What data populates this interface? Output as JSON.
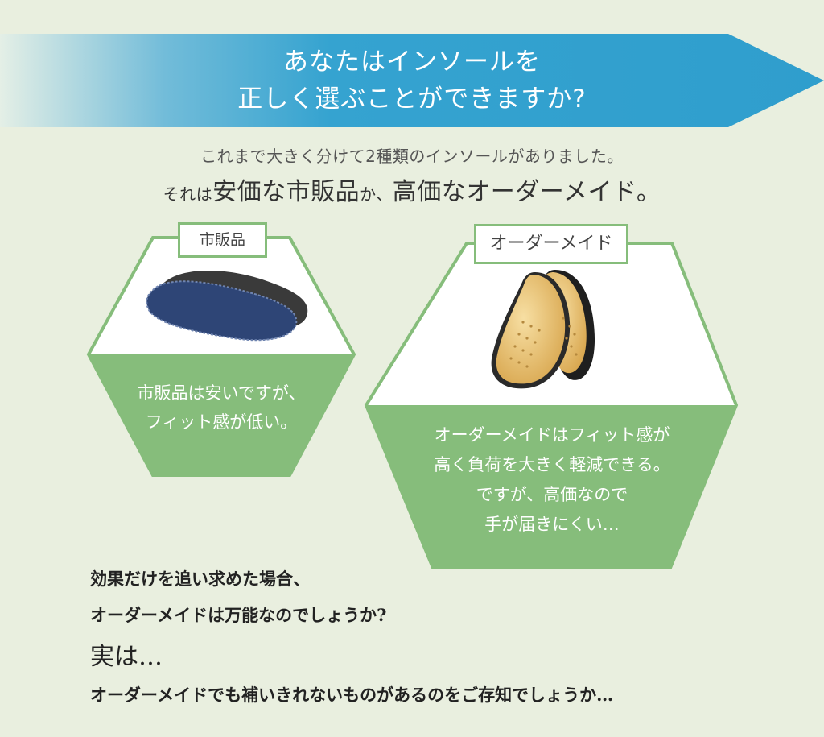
{
  "banner": {
    "line1": "あなたはインソールを",
    "line2": "正しく選ぶことができますか?"
  },
  "intro": {
    "line1": "これまで大きく分けて2種類のインソールがありました。",
    "line2_a": "それは",
    "line2_b": "安価な市販品",
    "line2_c": "か、",
    "line2_d": "高価なオーダーメイド",
    "line2_e": "。"
  },
  "cards": [
    {
      "tag": "市販品",
      "lines": [
        "市販品は安いですが、",
        "フィット感が低い。"
      ]
    },
    {
      "tag": "オーダーメイド",
      "lines": [
        "オーダーメイドはフィット感が",
        "高く負荷を大きく軽減できる。",
        "ですが、高価なので",
        "手が届きにくい…"
      ]
    }
  ],
  "bottom": {
    "line1": "効果だけを追い求めた場合、",
    "line2": "オーダーメイドは万能なのでしょうか?",
    "line3": "実は…",
    "line4": "オーダーメイドでも補いきれないものがあるのをご存知でしょうか…"
  },
  "colors": {
    "background": "#e9efdf",
    "banner_blue": "#35a3d0",
    "green": "#86bd7b",
    "white": "#ffffff"
  }
}
